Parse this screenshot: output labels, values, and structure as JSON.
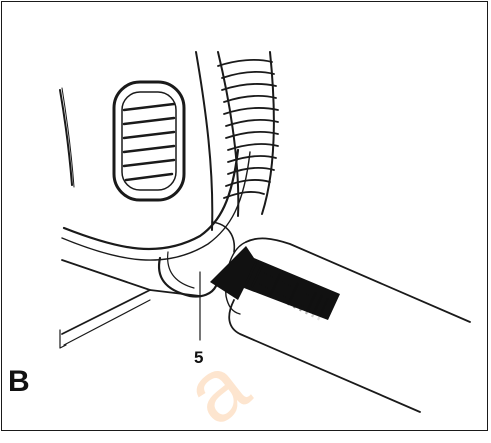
{
  "figure": {
    "letter": "B",
    "part_number": "5",
    "watermark": "a",
    "colors": {
      "line": "#1a1a1a",
      "background": "#ffffff",
      "watermark": "#fde5cf"
    },
    "icons": {
      "arrow": "insertion-arrow-icon",
      "vent": "vent-grille-icon"
    }
  }
}
